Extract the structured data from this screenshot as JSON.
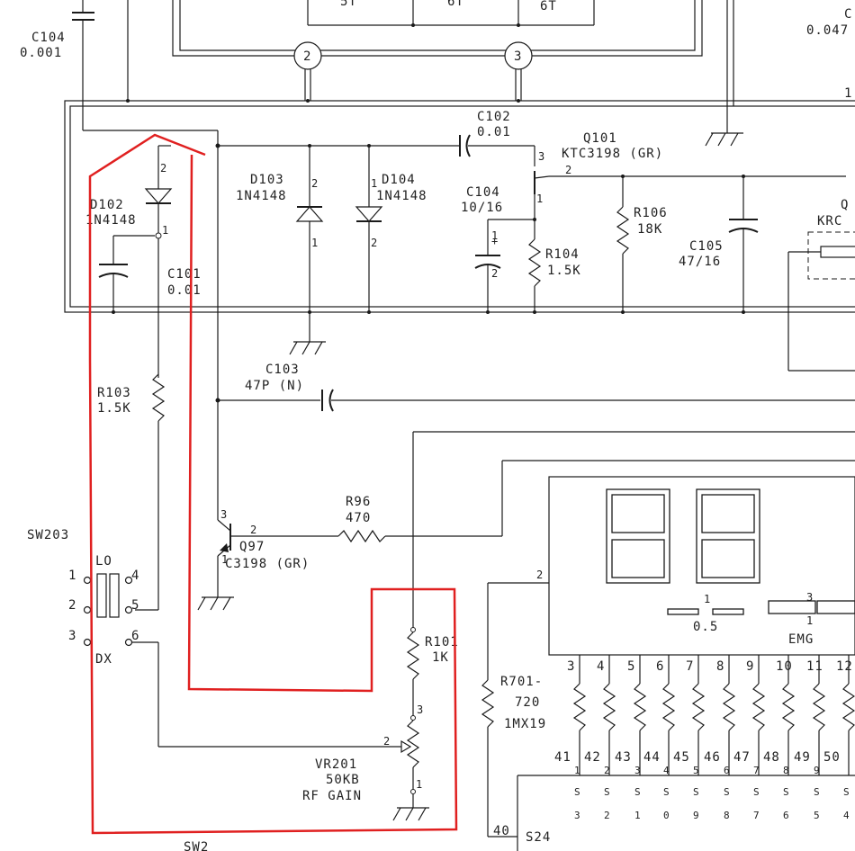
{
  "colors": {
    "wire": "#1a1a1a",
    "annotation": "#e02020",
    "background": "#ffffff"
  },
  "labels": {
    "c104_top": "C104",
    "c104_top_val": "0.001",
    "top_right": "C",
    "top_right_val": "0.047",
    "top_block_1": "5T",
    "top_block_2": "6T",
    "top_block_3": "6T",
    "node2": "2",
    "node3": "3",
    "right_edge_1": "1",
    "c102": "C102",
    "c102_val": "0.01",
    "q101": "Q101",
    "q101_type": "KTC3198 (GR)",
    "d102": "D102",
    "d102_type": "1N4148",
    "d103": "D103",
    "d103_type": "1N4148",
    "d104": "D104",
    "d104_type": "1N4148",
    "c104": "C104",
    "c104_val": "10/16",
    "r104": "R104",
    "r104_val": "1.5K",
    "r106": "R106",
    "r106_val": "18K",
    "c105": "C105",
    "c105_val": "47/16",
    "q_right": "Q",
    "q_right_type": "KRC",
    "c101": "C101",
    "c101_val": "0.01",
    "c103": "C103",
    "c103_val": "47P (N)",
    "r103": "R103",
    "r103_val": "1.5K",
    "sw203": "SW203",
    "sw_lo": "LO",
    "sw_dx": "DX",
    "r96": "R96",
    "r96_val": "470",
    "q97": "Q97",
    "q97_type": "C3198 (GR)",
    "r101": "R101",
    "r101_val": "1K",
    "r701": "R701-",
    "r701_range": "720",
    "r701_val": "1MX19",
    "vr201": "VR201",
    "vr201_val": "50KB",
    "vr201_func": "RF GAIN",
    "disp_05": "0.5",
    "disp_emg": "EMG",
    "ic_pin40": "40",
    "ic_s24": "S24",
    "sw2": "SW2",
    "pin_2": "2",
    "pin_1": "1",
    "pin_3": "3",
    "pin_4": "4",
    "pin_5": "5",
    "pin_6": "6"
  },
  "display_pins": [
    "3",
    "4",
    "5",
    "6",
    "7",
    "8",
    "9",
    "10",
    "11",
    "12"
  ],
  "ic_pins": [
    "41",
    "42",
    "43",
    "44",
    "45",
    "46",
    "47",
    "48",
    "49",
    "50"
  ],
  "ic_pin_sub": [
    "1",
    "2",
    "3",
    "4",
    "5",
    "6",
    "7",
    "8",
    "9"
  ],
  "ic_seg": [
    "S",
    "S",
    "S",
    "S",
    "S",
    "S",
    "S",
    "S",
    "S",
    "S"
  ],
  "ic_seg_num": [
    "3",
    "2",
    "1",
    "0",
    "9",
    "8",
    "7",
    "6",
    "5",
    "4"
  ]
}
